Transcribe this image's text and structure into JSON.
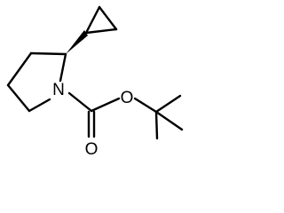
{
  "molecule": {
    "atoms": {
      "ring_nitrogen": "N",
      "ester_oxygen": "O",
      "carbonyl_oxygen": "O"
    }
  },
  "colors": {
    "bond": "#000000",
    "background": "#ffffff"
  }
}
